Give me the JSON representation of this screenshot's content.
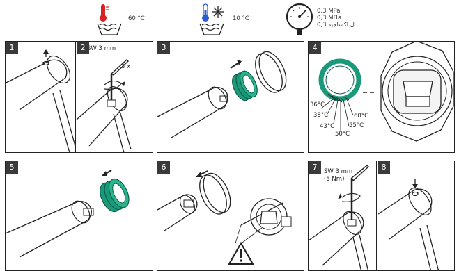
{
  "header": {
    "hot_temp": "60 °C",
    "cold_temp": "10 °C",
    "pressure": [
      "0,3 MPa",
      "0,3 MПa",
      "0,3 ل.اکساجید"
    ]
  },
  "panels": {
    "p1": {
      "num": "1"
    },
    "p2": {
      "num": "2",
      "tool": "SW 3 mm",
      "turns": "3 x"
    },
    "p3": {
      "num": "3"
    },
    "p4": {
      "num": "4",
      "temps": [
        "36°C",
        "38°C",
        "43°C",
        "50°C",
        "55°C",
        "60°C"
      ]
    },
    "p5": {
      "num": "5"
    },
    "p6": {
      "num": "6"
    },
    "p7": {
      "num": "7",
      "tool": "SW 3 mm",
      "torque": "(5 Nm)"
    },
    "p8": {
      "num": "8"
    }
  },
  "colors": {
    "green": "#1a9a7a",
    "line": "#222222",
    "hot": "#d62222",
    "cold": "#2a5bd6"
  }
}
